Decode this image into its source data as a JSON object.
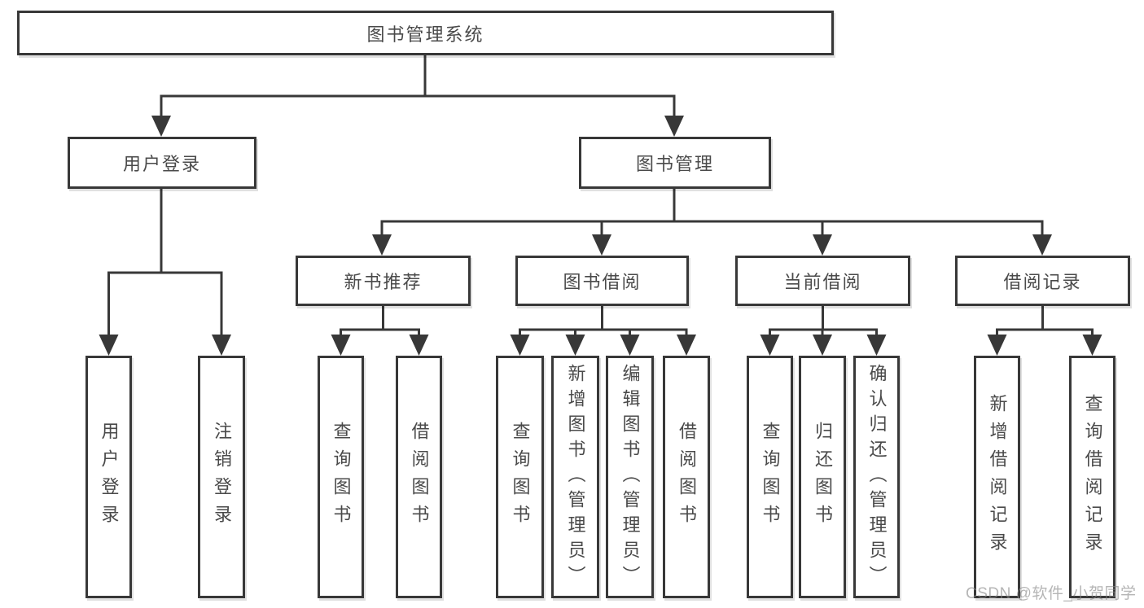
{
  "diagram": {
    "root": "图书管理系统",
    "user_login": {
      "label": "用户登录",
      "children": [
        "用户登录",
        "注销登录"
      ]
    },
    "book_mgmt": {
      "label": "图书管理",
      "groups": [
        {
          "label": "新书推荐",
          "children": [
            "查询图书",
            "借阅图书"
          ]
        },
        {
          "label": "图书借阅",
          "children": [
            "查询图书",
            "新增图书（管理员）",
            "编辑图书（管理员）",
            "借阅图书"
          ]
        },
        {
          "label": "当前借阅",
          "children": [
            "查询图书",
            "归还图书",
            "确认归还（管理员）"
          ]
        },
        {
          "label": "借阅记录",
          "children": [
            "新增借阅记录",
            "查询借阅记录"
          ]
        }
      ]
    }
  },
  "watermark": "CSDN @软件_小贺同学",
  "colors": {
    "line": "#383838",
    "text": "#4a4a4a",
    "background": "#ffffff",
    "watermark": "#b0b0b0"
  }
}
